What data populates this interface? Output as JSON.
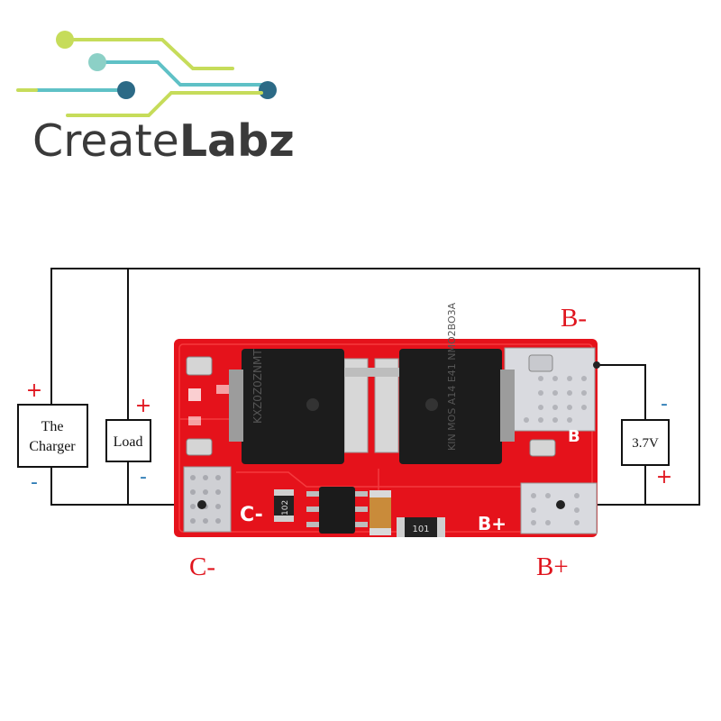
{
  "logo": {
    "name_light": "Create",
    "name_bold": "Labz"
  },
  "diagram": {
    "charger_line1": "The",
    "charger_line2": "Charger",
    "load_label": "Load",
    "battery_label": "3.7V",
    "charger_plus": "+",
    "charger_minus": "-",
    "load_plus": "+",
    "load_minus": "-",
    "battery_minus": "-",
    "battery_plus": "+",
    "terminal_b_minus": "B-",
    "terminal_b_plus": "B+",
    "terminal_c_minus": "C-",
    "board_c_label": "C-",
    "board_b_label": "B+",
    "board_b_minus_label": "B",
    "mosfet_left_text": "KXZ0Z0ZNMT",
    "mosfet_right_text": "KIN MOS A14 E41 NMO2BO3A",
    "resistor_small_text": "102",
    "resistor_right_text": "101"
  },
  "colors": {
    "logo_green": "#c6dc5a",
    "logo_teal": "#5fc1c6",
    "logo_navy": "#1e4a64",
    "pcb_red": "#e5121b",
    "label_red": "#e0151e",
    "polarity_blue": "#2a7ab4",
    "wire": "#111111"
  }
}
